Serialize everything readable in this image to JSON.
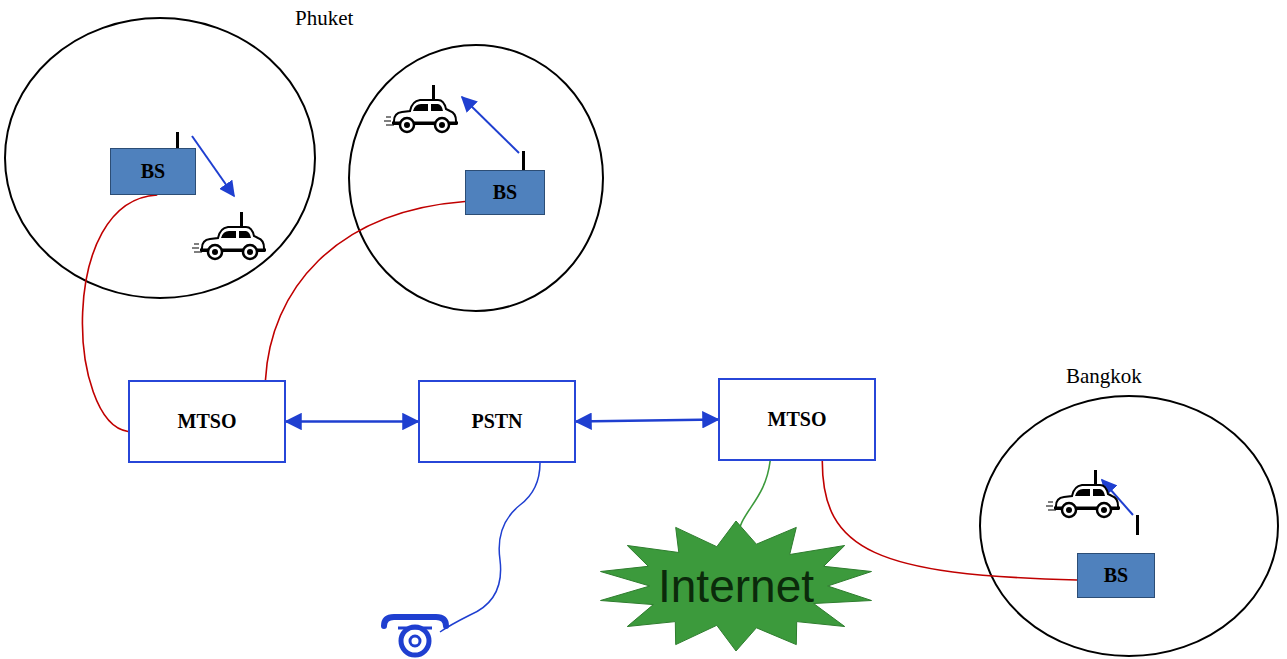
{
  "diagram": {
    "nodes": [
      {
        "text": [
          "BS"
        ]
      },
      {
        "text": [
          "BS"
        ]
      },
      {
        "text": [
          "MTSO"
        ]
      },
      {
        "text": [
          "PSTN"
        ]
      },
      {
        "text": [
          "MTSO"
        ]
      },
      {
        "text": [
          "Internet"
        ]
      },
      {
        "text": [
          "BS"
        ]
      }
    ],
    "edges": [
      {
        "from": 0,
        "to": 2,
        "arrow": "none"
      },
      {
        "from": 1,
        "to": 2,
        "arrow": "none"
      },
      {
        "from": 2,
        "to": 3,
        "arrow": "both"
      },
      {
        "from": 3,
        "to": 4,
        "arrow": "both"
      },
      {
        "from": 4,
        "to": 5,
        "arrow": "none"
      },
      {
        "from": 4,
        "to": 6,
        "arrow": "none"
      }
    ],
    "labels": [
      "Phuket",
      "Bangkok"
    ]
  }
}
